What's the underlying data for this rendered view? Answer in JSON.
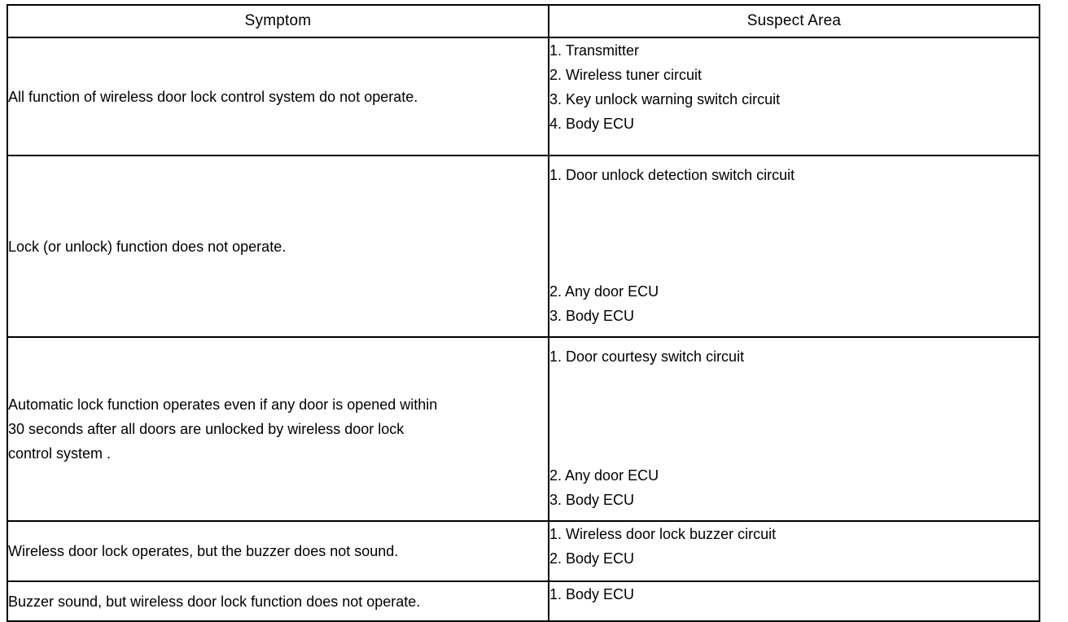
{
  "table": {
    "columns": [
      {
        "key": "symptom",
        "header": "Symptom"
      },
      {
        "key": "suspect_area",
        "header": "Suspect Area"
      }
    ],
    "rows": [
      {
        "symptom": "All function of wireless door lock control system do not operate.",
        "suspect_area_top": [
          "1. Transmitter",
          "2. Wireless tuner circuit",
          "3. Key unlock warning switch circuit",
          "4. Body ECU"
        ],
        "suspect_area_bottom": []
      },
      {
        "symptom": "Lock (or unlock) function does not operate.",
        "suspect_area_top": [
          "1. Door unlock detection switch circuit"
        ],
        "suspect_area_bottom": [
          "2. Any door ECU",
          "3. Body ECU"
        ]
      },
      {
        "symptom_lines": [
          "Automatic lock function operates even if any door is opened within",
          "30 seconds after all doors are unlocked by wireless door lock",
          "control system ."
        ],
        "suspect_area_top": [
          "1. Door courtesy switch circuit"
        ],
        "suspect_area_bottom": [
          "2. Any door ECU",
          "3. Body ECU"
        ]
      },
      {
        "symptom": "Wireless door lock operates, but the buzzer does not sound.",
        "suspect_area_top": [
          "1. Wireless door lock buzzer circuit",
          "2. Body ECU"
        ],
        "suspect_area_bottom": []
      },
      {
        "symptom": "Buzzer sound, but wireless door lock function does not operate.",
        "suspect_area_top": [
          "1. Body ECU"
        ],
        "suspect_area_bottom": []
      }
    ]
  },
  "style": {
    "border_color": "#000000",
    "text_color": "#000000",
    "background_color": "#ffffff"
  }
}
